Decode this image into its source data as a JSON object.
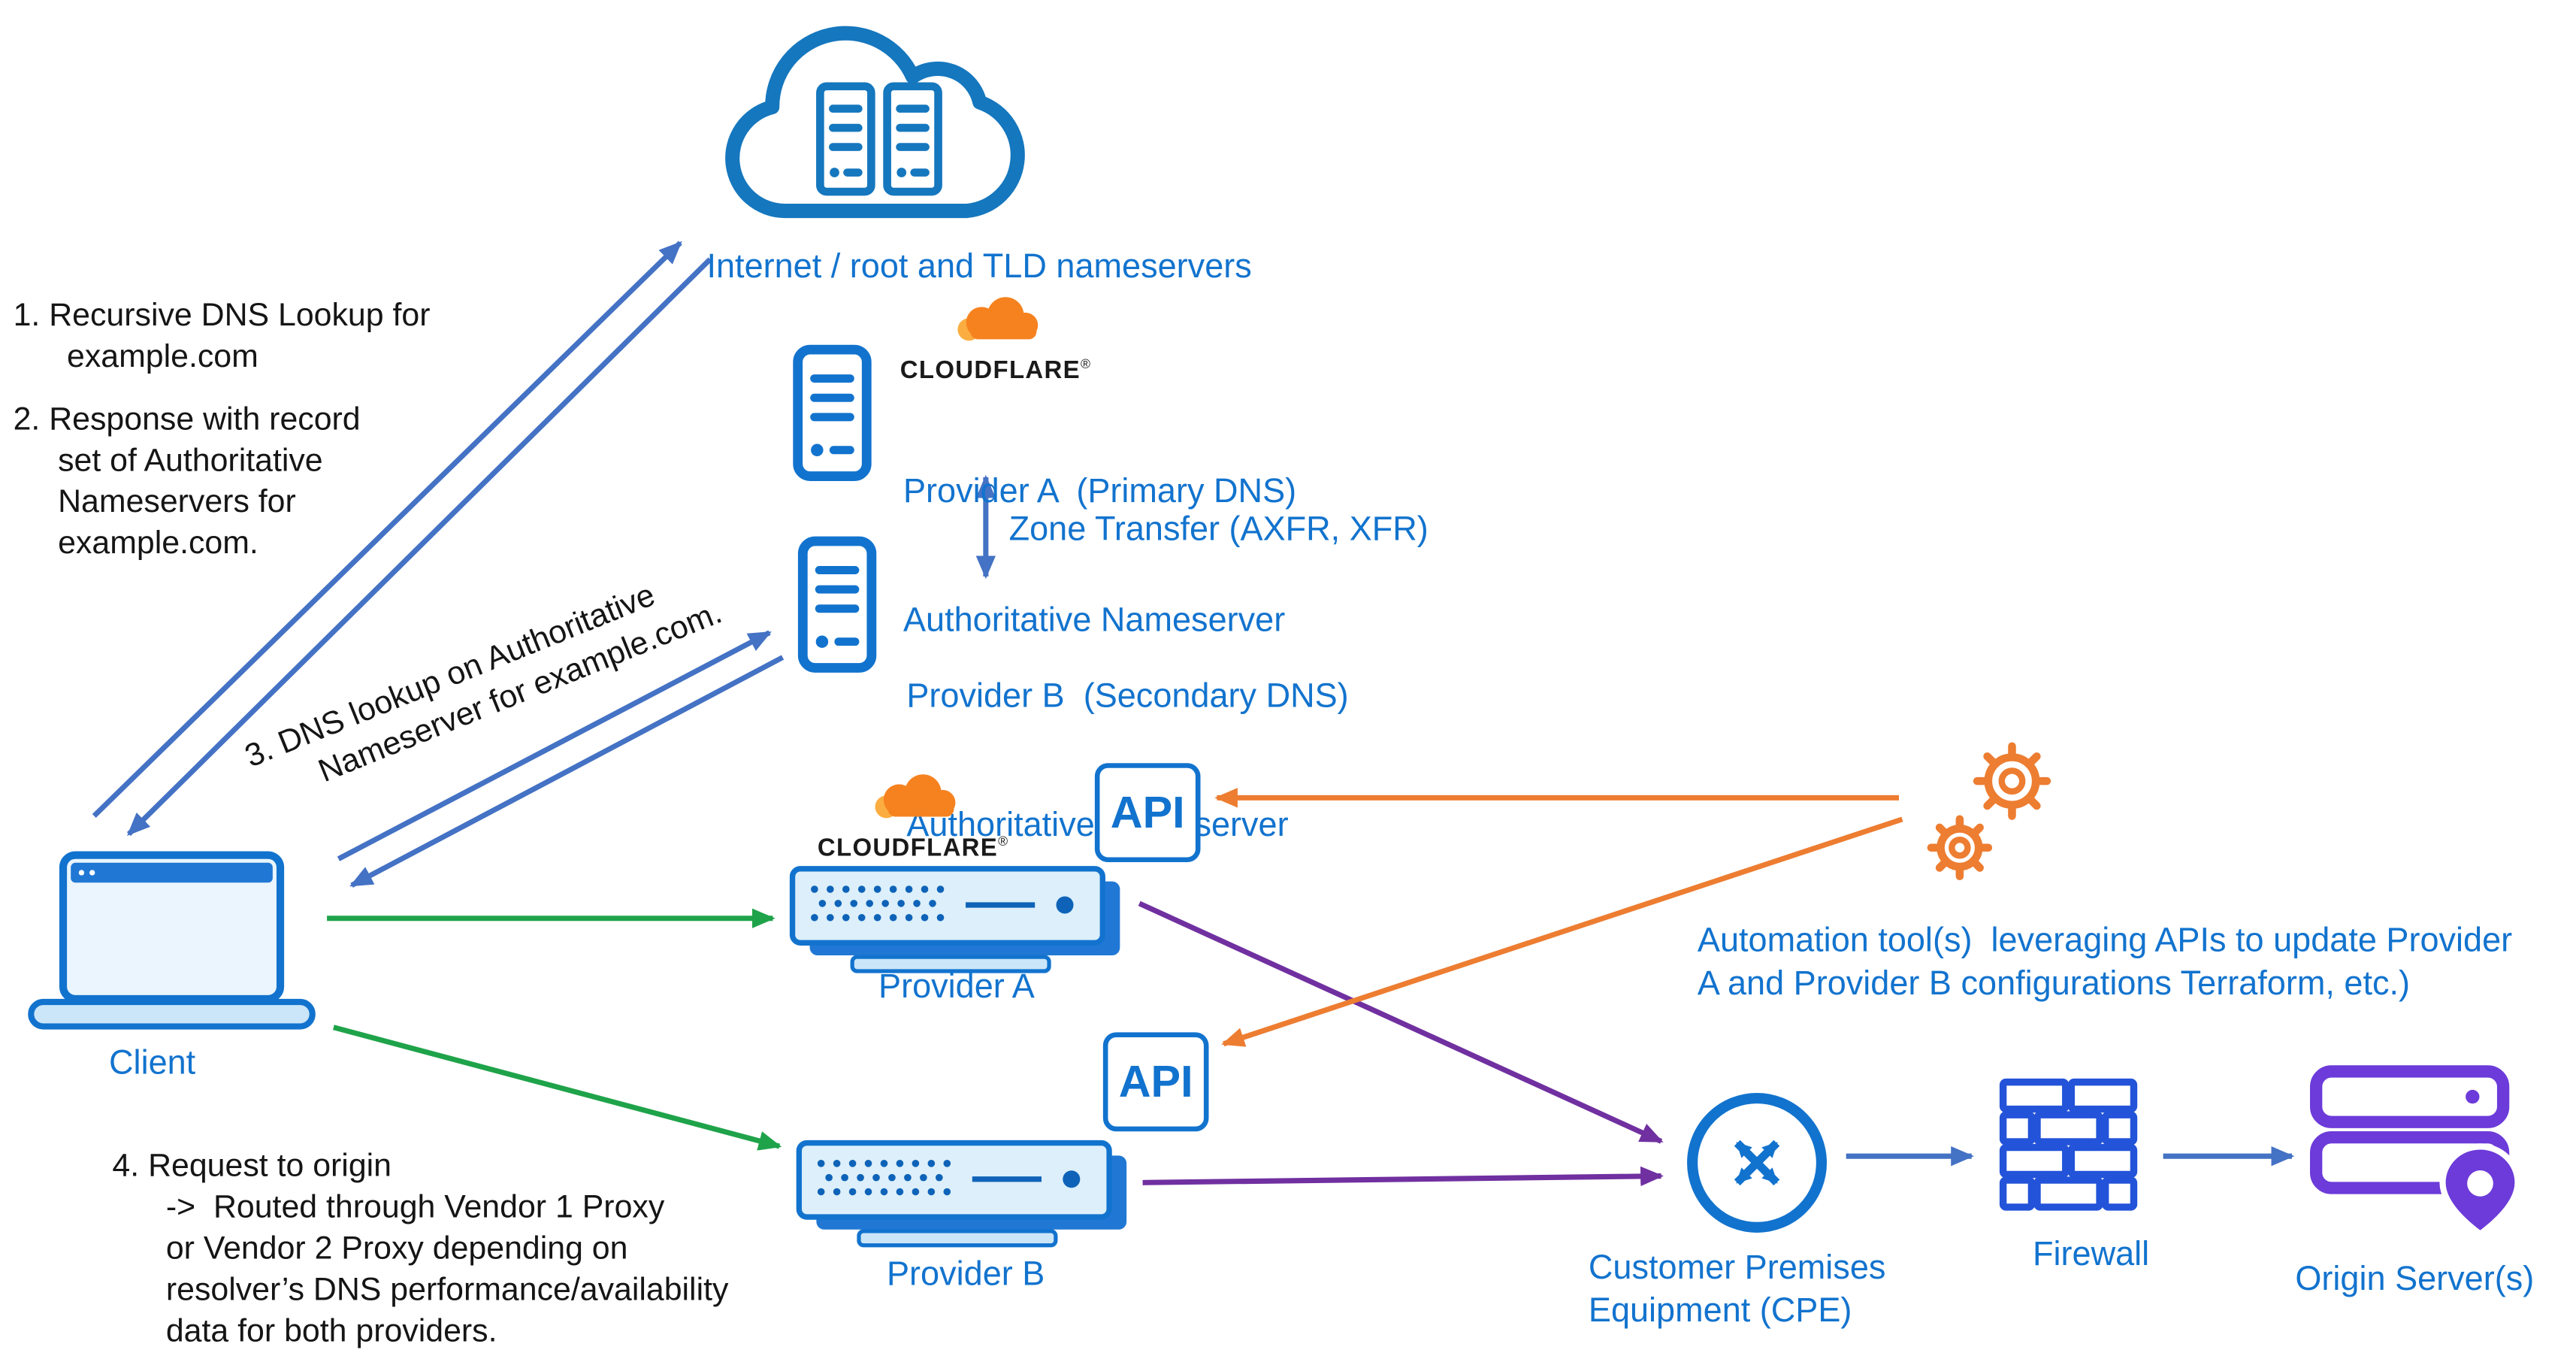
{
  "colors": {
    "diagram_blue": "#1273CE",
    "arrow_blue": "#4472C4",
    "arrow_green": "#1FA34A",
    "arrow_purple": "#7030A0",
    "arrow_orange": "#ED7D31",
    "cloudflare_orange": "#F6821F",
    "cloudflare_orange_light": "#FBAD41",
    "firewall_blue": "#2353D9",
    "origin_purple": "#6C3BD9"
  },
  "notes": {
    "step1": "1. Recursive DNS Lookup for\n      example.com",
    "step2": "2. Response with record\n     set of Authoritative\n     Nameservers for\n     example.com.",
    "step3": "3. DNS lookup on Authoritative\n       Nameserver for example.com.",
    "step4": "4. Request to origin\n      ->  Routed through Vendor 1 Proxy\n      or Vendor 2 Proxy depending on\n      resolver’s DNS performance/availability\n      data for both providers."
  },
  "internet": {
    "label": "Internet / root and TLD nameservers"
  },
  "provider_a_ns": {
    "title": "Provider A  (Primary DNS)",
    "subtitle": "Authoritative Nameserver"
  },
  "zone_transfer": {
    "label": "Zone Transfer (AXFR, XFR)"
  },
  "provider_b_ns": {
    "title": "Provider B  (Secondary DNS)",
    "subtitle": "Authoritative Nameserver"
  },
  "client": {
    "label": "Client"
  },
  "cloudflare": {
    "wordmark": "CLOUDFLARE",
    "trademark": "®"
  },
  "provider_a_proxy": {
    "label": "Provider A",
    "api_label": "API"
  },
  "provider_b_proxy": {
    "label": "Provider B",
    "api_label": "API"
  },
  "automation": {
    "label": "Automation tool(s)  leveraging APIs to update Provider\nA and Provider B configurations Terraform, etc.)"
  },
  "cpe": {
    "label": "Customer Premises\nEquipment (CPE)"
  },
  "firewall": {
    "label": "Firewall"
  },
  "origin": {
    "label": "Origin Server(s)"
  }
}
